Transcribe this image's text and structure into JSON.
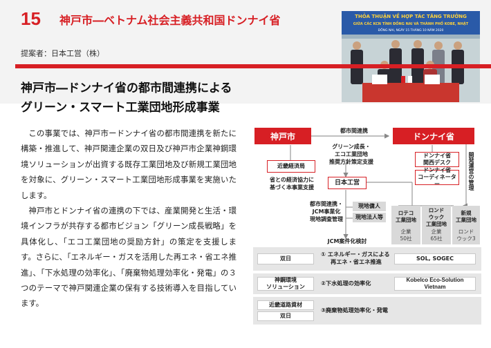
{
  "header": {
    "number": "15",
    "title": "神戸市―ベトナム社会主義共和国ドンナイ省",
    "proposer": "提案者：日本工営（株）"
  },
  "photo": {
    "banner_line1": "THỎA THUẬN VỀ HỢP TÁC TĂNG TRƯỞNG",
    "banner_line2": "GIỮA CÁC KCN TỈNH ĐỒNG NAI VÀ THÀNH PHỐ KOBE, NHẬT",
    "banner_line3": "ĐỒNG NAI, NGÀY 15 THÁNG 10 NĂM 2020"
  },
  "main_title": {
    "line1": "神戸市―ドンナイ省の都市間連携による",
    "line2": "グリーン・スマート工業団地形成事業"
  },
  "body": {
    "para1": "この事業では、神戸市ードンナイ省の都市間連携を新たに構築・推進して、神戸関連企業の双日及び神戸市企業神鋼環境ソリューションが出資する既存工業団地及び新規工業団地を対象に、グリーン・スマート工業団地形成事業を実施いたします。",
    "para2": "神戸市とドンナイ省の連携の下では、産業開発と生活・環境インフラが共存する都市ビジョン「グリーン成長戦略」を具体化し、「エコ工業団地の奨励方針」の策定を支援します。さらに、「エネルギー・ガスを活用した再エネ・省エネ推進」、「下水処理の効率化」、「廃棄物処理効率化・発電」の３つのテーマで神戸関連企業の保有する技術導入を目指しています。"
  },
  "diagram": {
    "kobe": "神戸市",
    "dongnai": "ドンナイ省",
    "link_label": "都市間連携",
    "center_note_1": "グリーン成長・",
    "center_note_2": "エコ工業団地",
    "center_note_3": "推奨方針策定支援",
    "meti_box": "近畿経済局",
    "meti_note_1": "省との経済協力に",
    "meti_note_2": "基づく本事業支援",
    "nippon_koei": "日本工営",
    "dn_desk_1": "ドンナイ省",
    "dn_desk_2": "関西デスク",
    "dn_coord_1": "ドンナイ省",
    "dn_coord_2": "コーディネーター",
    "vertical_label": "開発運営の管理",
    "survey_1": "都市間連携・",
    "survey_2": "JCM事業化",
    "survey_3": "現地調査管理",
    "local_staff": "現地傭人",
    "local_corp": "現地法人等",
    "ind1_name_1": "ロテコ",
    "ind1_name_2": "工業団地",
    "ind1_count_1": "企業",
    "ind1_count_2": "50社",
    "ind2_name_1": "ロンド",
    "ind2_name_2": "ウック",
    "ind2_name_3": "工業団地",
    "ind2_count_1": "企業",
    "ind2_count_2": "65社",
    "ind3_name_1": "新規",
    "ind3_name_2": "工業団地",
    "ind3_count_1": "ロンド",
    "ind3_count_2": "ウック3",
    "jcm": "JCM案件化検討",
    "row1_left": "双日",
    "row1_theme_1": "① エネルギー・ガスによる",
    "row1_theme_2": "再エネ・省エネ推進",
    "row1_right": "SOL, SOGEC",
    "row2_left_1": "神鋼環境",
    "row2_left_2": "ソリューション",
    "row2_theme": "②下水処理の効率化",
    "row2_right_1": "Kobelco Eco-Solution",
    "row2_right_2": "Vietnam",
    "row3_left_a": "近畿道路資材",
    "row3_left_b": "双日",
    "row3_theme": "③廃棄物処理効率化・発電"
  },
  "colors": {
    "accent": "#d71f24",
    "gray": "#d9d9d9",
    "band": "#e6e6e6"
  }
}
